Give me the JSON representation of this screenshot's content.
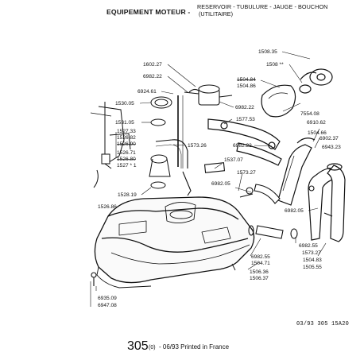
{
  "header": {
    "title": "EQUIPEMENT MOTEUR -",
    "subtitle_line1": "RESERVOIR - TUBULURE - JAUGE - BOUCHON",
    "subtitle_line2": "(UTILITAIRE)"
  },
  "callouts": [
    {
      "id": "c1",
      "text": "1602.27"
    },
    {
      "id": "c2",
      "text": "6982.22"
    },
    {
      "id": "c3",
      "text": "6924.61"
    },
    {
      "id": "c4",
      "text": "1530.05"
    },
    {
      "id": "c5",
      "text": "1531.05"
    },
    {
      "id": "c6",
      "text": "1527.33"
    },
    {
      "id": "c7",
      "text": "1526.82"
    },
    {
      "id": "c8",
      "text": "1526.90"
    },
    {
      "id": "c9",
      "text": "1526.71"
    },
    {
      "id": "c10",
      "text": "1526.80"
    },
    {
      "id": "c11",
      "text": "1527 * 1"
    },
    {
      "id": "c12",
      "text": "1528.19"
    },
    {
      "id": "c13",
      "text": "1526.86"
    },
    {
      "id": "c14",
      "text": "1573.26"
    },
    {
      "id": "c15",
      "text": "1537.07"
    },
    {
      "id": "c16",
      "text": "1573.27"
    },
    {
      "id": "c17",
      "text": "6982.05"
    },
    {
      "id": "c18",
      "text": "6982.22"
    },
    {
      "id": "c19",
      "text": "1577.53"
    },
    {
      "id": "c20",
      "text": "6982.22"
    },
    {
      "id": "c21",
      "text": "1508.35"
    },
    {
      "id": "c22",
      "text": "1508 **"
    },
    {
      "id": "c23",
      "text": "1504.84"
    },
    {
      "id": "c24",
      "text": "1504.86"
    },
    {
      "id": "c25",
      "text": "7554.08"
    },
    {
      "id": "c26",
      "text": "6910.62"
    },
    {
      "id": "c27",
      "text": "1504.66"
    },
    {
      "id": "c28",
      "text": "6902.37"
    },
    {
      "id": "c29",
      "text": "6943.23"
    },
    {
      "id": "c30",
      "text": "6982.05"
    },
    {
      "id": "c31",
      "text": "6982.55"
    },
    {
      "id": "c32",
      "text": "1573.27"
    },
    {
      "id": "c33",
      "text": "1504.83"
    },
    {
      "id": "c34",
      "text": "1505.55"
    },
    {
      "id": "c35",
      "text": "6982.55"
    },
    {
      "id": "c36",
      "text": "1504.71"
    },
    {
      "id": "c37",
      "text": "1506.36"
    },
    {
      "id": "c38",
      "text": "1506.37"
    },
    {
      "id": "c39",
      "text": "6935.09"
    },
    {
      "id": "c40",
      "text": "6947.08"
    }
  ],
  "footer": {
    "reference": "03/93  305  15A20",
    "page_number": "305",
    "page_code": "(0)",
    "printed": "- 06/93 Printed in France"
  }
}
